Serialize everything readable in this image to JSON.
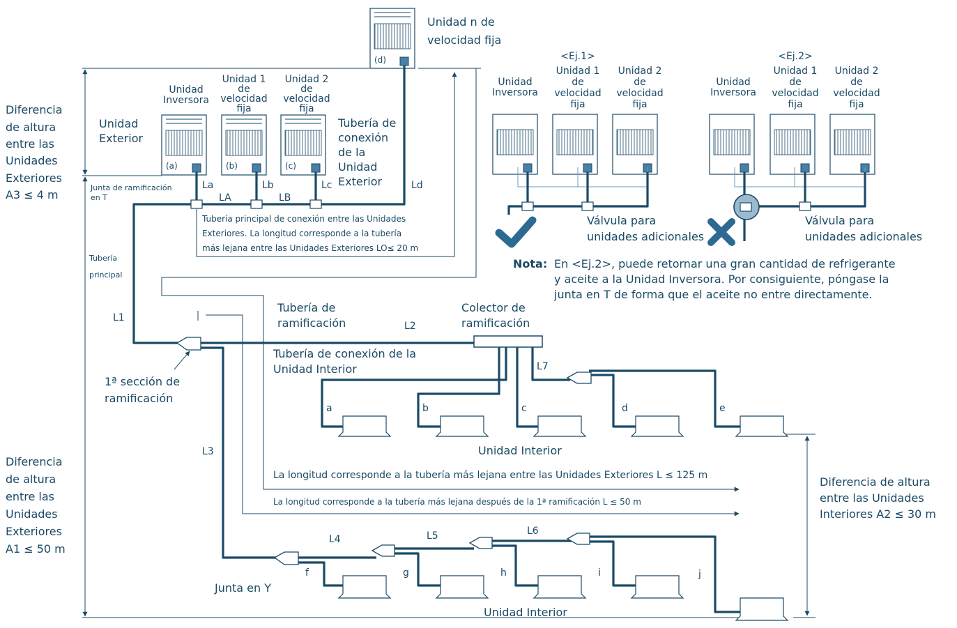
{
  "colors": {
    "ink": "#1b4a66",
    "accent": "#4a7fa6",
    "light": "#6b9ec0"
  },
  "labels": {
    "unit_n_1": "Unidad n de",
    "unit_n_2": "velocidad fija",
    "d": "(d)",
    "a": "(a)",
    "b": "(b)",
    "c": "(c)",
    "inv_1": "Unidad",
    "inv_2": "Inversora",
    "u1_1": "Unidad 1",
    "u1_2": "de",
    "u1_3": "velocidad",
    "u1_4": "fija",
    "u2_1": "Unidad 2",
    "u2_2": "de",
    "u2_3": "velocidad",
    "u2_4": "fija",
    "ue_1": "Unidad",
    "ue_2": "Exterior",
    "tc_1": "Tubería de",
    "tc_2": "conexión",
    "tc_3": "de la",
    "tc_4": "Unidad",
    "tc_5": "Exterior",
    "dh1_1": "Diferencia",
    "dh1_2": "de altura",
    "dh1_3": "entre las",
    "dh1_4": "Unidades",
    "dh1_5": "Exteriores",
    "dh1_6": "A3 ≤  4 m",
    "junta_t_1": "Junta de ramificación",
    "junta_t_2": "en T",
    "La": "La",
    "Lb": "Lb",
    "Lc": "Lc",
    "Ld": "Ld",
    "LA": "LA",
    "LB": "LB",
    "tp_1": "Tubería principal de conexión entre las Unidades",
    "tp_2": "Exteriores. La longitud corresponde a la tubería",
    "tp_3": "más lejana entre las Unidades Exteriores LO≤  20 m",
    "tprin_1": "Tubería",
    "tprin_2": "principal",
    "L1": "L1",
    "L2": "L2",
    "L3": "L3",
    "L4": "L4",
    "L5": "L5",
    "L6": "L6",
    "L7": "L7",
    "tram_1": "Tubería de",
    "tram_2": "ramificación",
    "col_1": "Colector de",
    "col_2": "ramificación",
    "tci_1": "Tubería de conexión de la",
    "tci_2": "Unidad Interior",
    "sec_1": "1ª sección de",
    "sec_2": "ramificación",
    "ia": "a",
    "ib": "b",
    "ic": "c",
    "id": "d",
    "ie": "e",
    "if": "f",
    "ig": "g",
    "ih": "h",
    "ii": "i",
    "ij": "j",
    "ui_1": "Unidad Interior",
    "ui_2": "Unidad Interior",
    "long_1": "La longitud corresponde a la tubería más lejana entre las Unidades Exteriores L ≤  125 m",
    "long_2": "La longitud corresponde a la tubería más lejana después de la 1ª ramificación L ≤  50 m",
    "dh2_1": "Diferencia",
    "dh2_2": "de altura",
    "dh2_3": "entre las",
    "dh2_4": "Unidades",
    "dh2_5": "Exteriores",
    "dh2_6": "A1 ≤  50 m",
    "dh3_1": "Diferencia de altura",
    "dh3_2": "entre las Unidades",
    "dh3_3": "Interiores A2 ≤  30 m",
    "junta_y": "Junta en Y",
    "ej1": "<Ej.1>",
    "ej2": "<Ej.2>",
    "e1_inv_1": "Unidad",
    "e1_inv_2": "Inversora",
    "e1_u1_1": "Unidad 1",
    "e1_u1_2": "de",
    "e1_u1_3": "velocidad",
    "e1_u1_4": "fija",
    "e1_u2_1": "Unidad 2",
    "e1_u2_2": "de",
    "e1_u2_3": "velocidad",
    "e1_u2_4": "fija",
    "e2_inv_1": "Unidad",
    "e2_inv_2": "Inversora",
    "e2_u1_1": "Unidad 1",
    "e2_u1_2": "de",
    "e2_u1_3": "velocidad",
    "e2_u1_4": "fija",
    "e2_u2_1": "Unidad 2",
    "e2_u2_2": "de",
    "e2_u2_3": "velocidad",
    "e2_u2_4": "fija",
    "valv1_1": "Válvula para",
    "valv1_2": "unidades adicionales",
    "valv2_1": "Válvula para",
    "valv2_2": "unidades adicionales",
    "nota": "Nota:",
    "nota_1": "En <Ej.2>, puede retornar una gran cantidad de refrigerante",
    "nota_2": "y aceite a la Unidad Inversora. Por consiguiente, póngase la",
    "nota_3": "junta en T de forma que el aceite no entre directamente."
  }
}
